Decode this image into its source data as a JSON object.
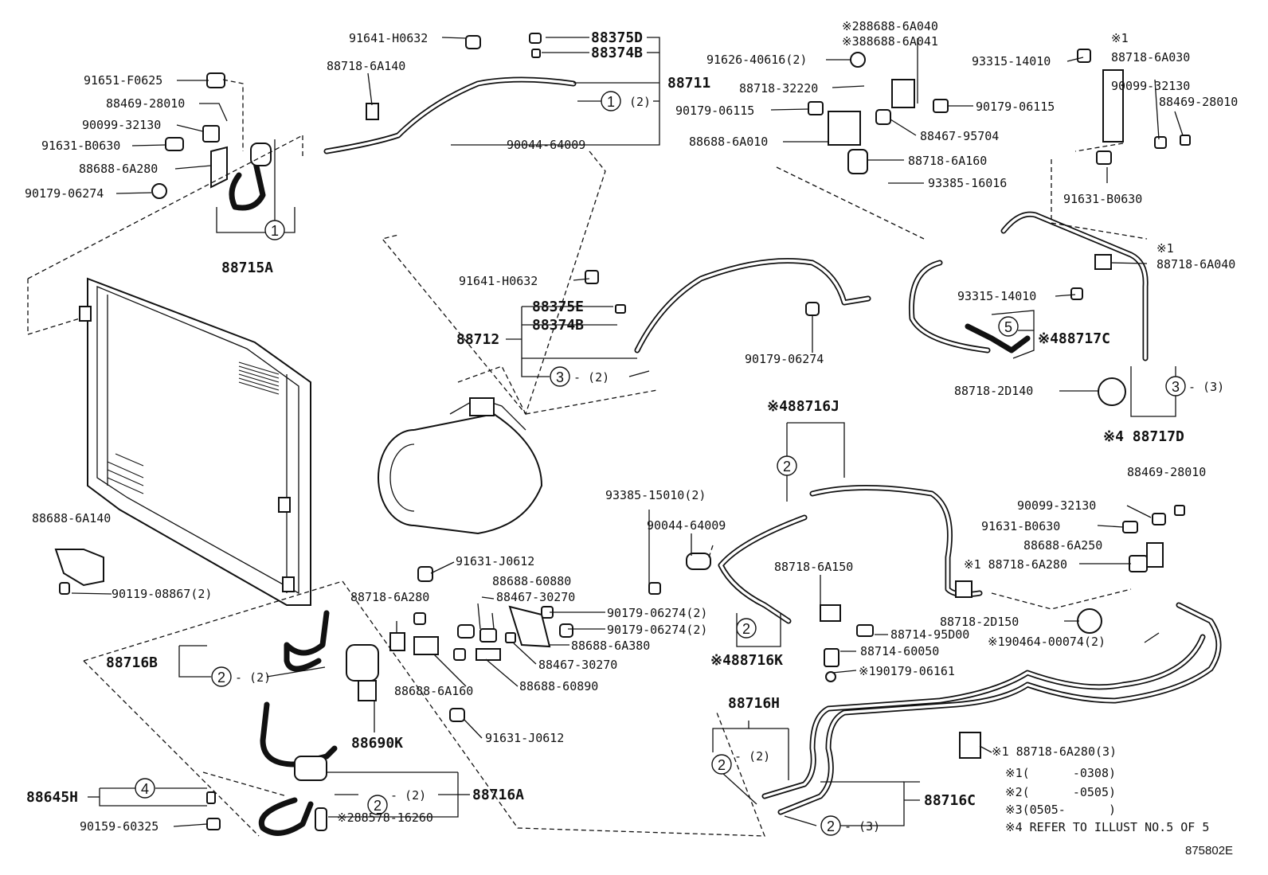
{
  "labels": {
    "p91641_h0632_top": "91641-H0632",
    "p88375D": "88375D",
    "p88374B_top": "88374B",
    "p88718_6A140": "88718-6A140",
    "p88711": "88711",
    "p91651_F0625": "91651-F0625",
    "p88469_28010_left": "88469-28010",
    "p90099_32130_left": "90099-32130",
    "p91631_B0630_left": "91631-B0630",
    "p88688_6A280": "88688-6A280",
    "p90179_06274_left": "90179-06274",
    "p88715A": "88715A",
    "p90044_64009_top": "90044-64009",
    "q2_top": "(2)",
    "p2_88688_6A040": "※288688-6A040",
    "p3_88688_6A041": "※388688-6A041",
    "p91626_40616": "91626-40616(2)",
    "p88718_32220": "88718-32220",
    "p90179_06115_l": "90179-06115",
    "p90179_06115_r": "90179-06115",
    "p88467_95704": "88467-95704",
    "p88688_6A010": "88688-6A010",
    "p88718_6A160": "88718-6A160",
    "p93385_16016": "93385-16016",
    "p1_mark_top": "※1",
    "p93315_14010_top": "93315-14010",
    "p88718_6A030": "88718-6A030",
    "p90099_32130_r": "90099-32130",
    "p88469_28010_r": "88469-28010",
    "p91631_B0630_r": "91631-B0630",
    "p1_mark_mid": "※1",
    "p88718_6A040": "88718-6A040",
    "p93315_14010_mid": "93315-14010",
    "p4_88717C": "※488717C",
    "p88718_2D140": "88718-2D140",
    "q3_right": "- (3)",
    "p4_88717D": "※4 88717D",
    "p91641_h0632_mid": "91641-H0632",
    "p88375E": "88375E",
    "p88374B_mid": "88374B",
    "p88712": "88712",
    "q2_mid": "- (2)",
    "p90179_06274_mid": "90179-06274",
    "p4_88716J": "※488716J",
    "p88469_28010_low": "88469-28010",
    "p90099_32130_low": "90099-32130",
    "p91631_B0630_low": "91631-B0630",
    "p88688_6A250": "88688-6A250",
    "p1_88718_6A280": "※1 88718-6A280",
    "p88718_2D150": "88718-2D150",
    "p1_90464_00074": "※190464-00074(2)",
    "p88688_6A140": "88688-6A140",
    "p90119_08867": "90119-08867(2)",
    "p93385_15010": "93385-15010(2)",
    "p90044_64009_mid": "90044-64009",
    "p88718_6A150": "88718-6A150",
    "p88714_95D00": "88714-95D00",
    "p88714_60050": "88714-60050",
    "p1_90179_06161": "※190179-06161",
    "p4_88716K": "※488716K",
    "p91631_J0612_top": "91631-J0612",
    "p88688_60880": "88688-60880",
    "p88467_30270_top": "88467-30270",
    "p88718_6A280_mid": "88718-6A280",
    "p90179_06274_2a": "90179-06274(2)",
    "p90179_06274_2b": "90179-06274(2)",
    "p88688_6A380": "88688-6A380",
    "p88467_30270_low": "88467-30270",
    "p88688_6A160": "88688-6A160",
    "p88688_60890": "88688-60890",
    "p91631_J0612_low": "91631-J0612",
    "p88690K": "88690K",
    "p88716B": "88716B",
    "q2_88716B": "- (2)",
    "p88716H": "88716H",
    "q2_88716H": "- (2)",
    "p1_88718_6A280_3": "※1 88718-6A280(3)",
    "p88716C": "88716C",
    "q3_88716C": "- (3)",
    "p88645H": "88645H",
    "p90159_60325": "90159-60325",
    "p88716A": "88716A",
    "q2_88716A": "- (2)",
    "p2_88578_16260": "※288578-16260",
    "note1": "※1(      -0308)",
    "note2": "※2(      -0505)",
    "note3": "※3(0505-      )",
    "note4": "※4 REFER TO ILLUST NO.5 OF 5",
    "code": "875802E"
  },
  "circled": {
    "c1a": "1",
    "c1b": "1",
    "c2a": "2",
    "c2b": "2",
    "c2c": "2",
    "c2d": "2",
    "c2e": "2",
    "c2f": "2",
    "c3a": "3",
    "c3b": "3",
    "c4": "4",
    "c5": "5"
  }
}
